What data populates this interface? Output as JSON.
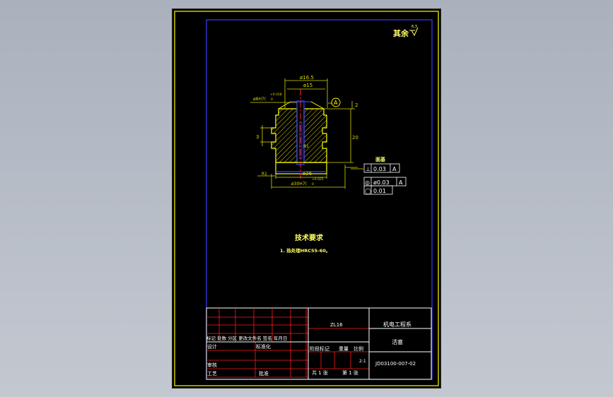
{
  "colors": {
    "background": "#000000",
    "outer_frame": "#ffff00",
    "inner_frame": "#3d3dff",
    "part_outline": "#ffff00",
    "section_hole": "#2f38e0",
    "centerline": "#ff2a2a",
    "dimension": "#d8d800",
    "title_grid": "#ff1a1a",
    "title_text": "#ffffff"
  },
  "roughness_note": "其余",
  "roughness_value": "6.3",
  "dims": {
    "d_outer_top": "ø16.5",
    "d_inner_top": "ø15",
    "d_bore": "ø8H7(",
    "d_bore_tol": "+0.018",
    "d_bore_tol2": "0",
    "datum": "A",
    "h_top": "2",
    "h_groove": "3",
    "h_right": "20",
    "d_base": "ø26",
    "d_flange": "ø30H7(",
    "d_flange_tol": "+0.025",
    "d_flange_tol2": "0",
    "r_small": "R1",
    "r_center": "R1"
  },
  "fcf": {
    "title": "面基",
    "row1": [
      "⊥",
      "0.03",
      "A"
    ],
    "row2": [
      "◎",
      "ø0.03",
      "A"
    ],
    "row3": [
      "◯",
      "0.01"
    ]
  },
  "tech": {
    "title": "技术要求",
    "item1": "1. 热处理HRC55-60。"
  },
  "title_block": {
    "material": "ZL16",
    "company": "机电工程系",
    "part_name": "活塞",
    "drawing_no": "JD03100-007-02",
    "scale_value": "2:1",
    "row_header": "标记 处数 分区 更改文件名 签名 年月日",
    "design": "设计",
    "standardize": "标准化",
    "review": "审核",
    "process": "工艺",
    "approve": "批准",
    "stage_mark": "阶段标记",
    "weight": "重量",
    "scale": "比例",
    "total_sheets": "共 1 张",
    "sheet_no": "第 1 张"
  }
}
